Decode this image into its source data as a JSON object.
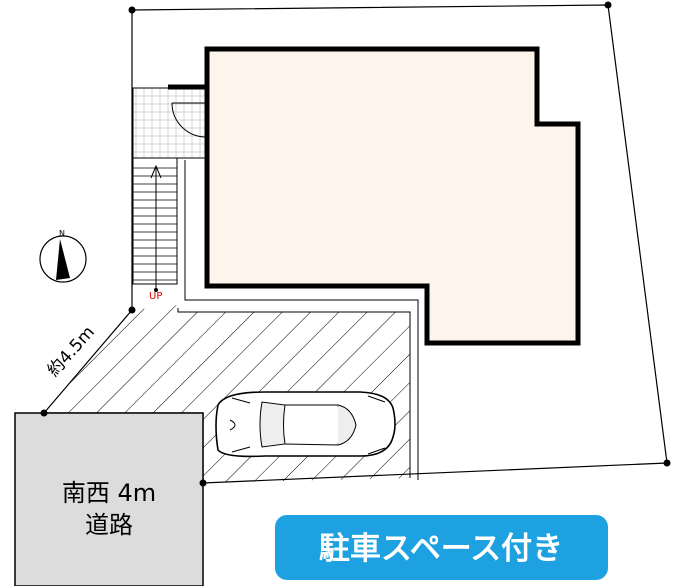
{
  "road": {
    "line1": "南西 4m",
    "line2": "道路"
  },
  "frontage": "約4.5m",
  "stair_label": "UP",
  "compass_label": "N",
  "badge": "駐車スペース付き",
  "colors": {
    "building_fill": "#fdf5ec",
    "road_fill": "#dcdcdc",
    "badge_blue": "#1da1e0",
    "up_red": "#e00000"
  }
}
